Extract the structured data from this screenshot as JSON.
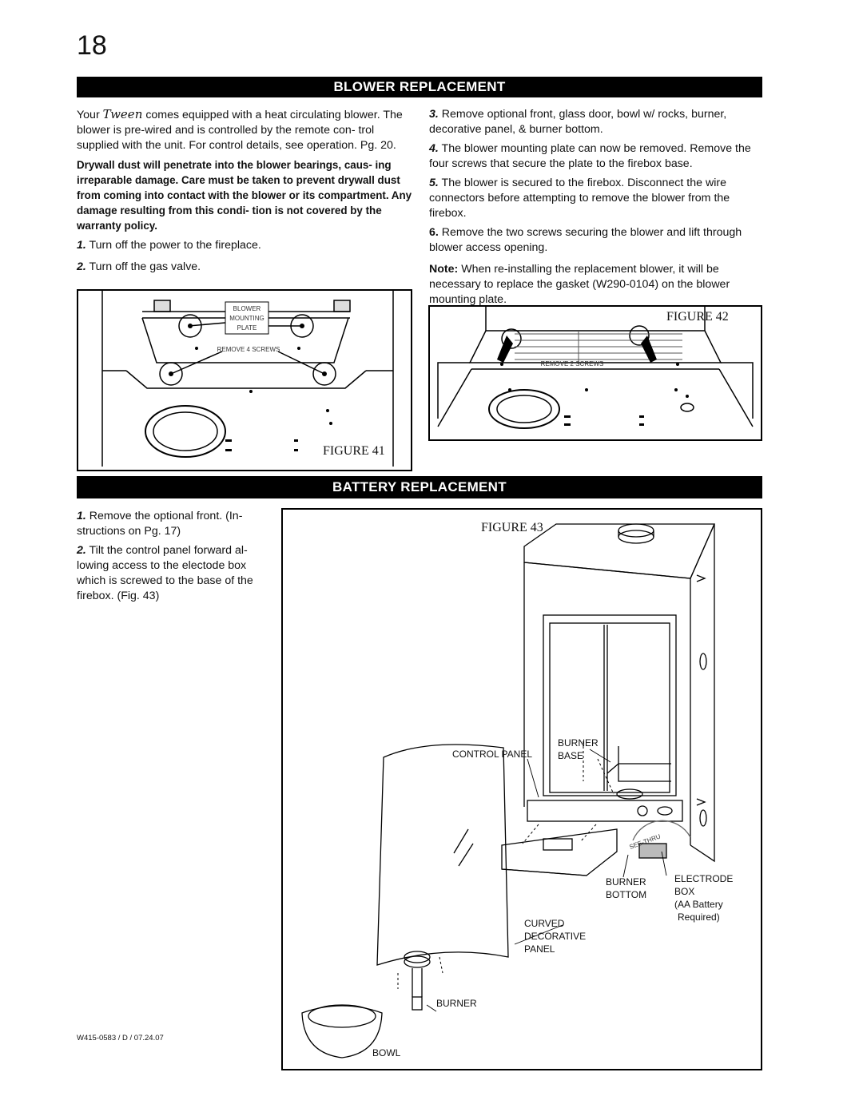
{
  "page_number": "18",
  "blower": {
    "title": "BLOWER REPLACEMENT",
    "intro_your": "Your",
    "brand": "Tween",
    "intro_rest": "comes equipped with a heat circulating blower. The blower is pre-wired and is controlled by the remote con- trol supplied with the unit. For control details, see operation. Pg. 20.",
    "warning": "Drywall dust will penetrate into the blower bearings, caus- ing irreparable damage. Care must be taken to prevent drywall dust from coming into contact with the blower or its compartment. Any damage resulting from this condi- tion is not covered by the warranty policy.",
    "steps_left": [
      {
        "num": "1.",
        "text": "Turn off the power to the fireplace."
      },
      {
        "num": "2.",
        "text": "Turn off the gas valve."
      }
    ],
    "steps_right": [
      {
        "num": "3.",
        "text": "Remove optional front, glass door, bowl w/ rocks, burner, decorative panel, & burner bottom."
      },
      {
        "num": "4.",
        "text": "The blower mounting plate can now be removed. Remove the four screws that secure the plate to the firebox base."
      },
      {
        "num": "5.",
        "text": "The blower is secured to the firebox. Disconnect the wire connectors before attempting to remove the blower from the firebox."
      },
      {
        "num": "6.",
        "text": "Remove the two screws securing the blower and lift through blower access opening."
      }
    ],
    "note_label": "Note:",
    "note_text": "When re-installing the replacement blower, it will be necessary to replace the gasket (W290-0104) on the blower mounting plate.",
    "figure41": {
      "label": "FIGURE 41",
      "plate_label_1": "BLOWER",
      "plate_label_2": "MOUNTING",
      "plate_label_3": "PLATE",
      "screws_label": "REMOVE 4 SCREWS"
    },
    "figure42": {
      "label": "FIGURE 42",
      "screws_label": "REMOVE 2 SCREWS"
    }
  },
  "battery": {
    "title": "BATTERY REPLACEMENT",
    "steps": [
      {
        "num": "1.",
        "text": "Remove the optional front. (In- structions on Pg. 17)"
      },
      {
        "num": "2.",
        "text": "Tilt the control panel forward al- lowing access to the electode box which is screwed to the base of the firebox. (Fig. 43)"
      }
    ],
    "figure43": {
      "label": "FIGURE 43",
      "control_panel": "CONTROL PANEL",
      "burner_base_1": "BURNER",
      "burner_base_2": "BASE",
      "burner_bottom_1": "BURNER",
      "burner_bottom_2": "BOTTOM",
      "electrode_1": "ELECTRODE",
      "electrode_2": "BOX",
      "electrode_3": "(AA Battery",
      "electrode_4": "Required)",
      "curved_1": "CURVED",
      "curved_2": "DECORATIVE",
      "curved_3": "PANEL",
      "burner": "BURNER",
      "bowl": "BOWL",
      "dial_text": "SEE-THRU"
    }
  },
  "footer_code": "W415-0583 / D / 07.24.07"
}
